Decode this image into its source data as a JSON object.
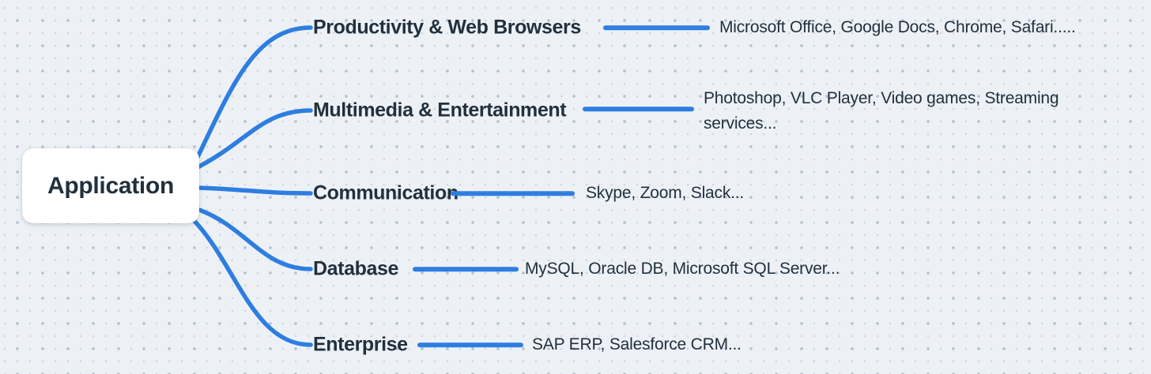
{
  "diagram": {
    "type": "mindmap",
    "root": {
      "label": "Application"
    },
    "branches": [
      {
        "label": "Productivity & Web Browsers",
        "leaf": "Microsoft Office, Google Docs, Chrome, Safari....."
      },
      {
        "label": "Multimedia & Entertainment",
        "leaf": "Photoshop, VLC Player, Video games, Streaming services..."
      },
      {
        "label": "Communication",
        "leaf": "Skype, Zoom, Slack..."
      },
      {
        "label": "Database",
        "leaf": "MySQL, Oracle DB, Microsoft SQL Server..."
      },
      {
        "label": "Enterprise",
        "leaf": "SAP ERP, Salesforce CRM..."
      }
    ],
    "colors": {
      "background": "#edf1f5",
      "dot_grid_major": "#b3c2d6",
      "dot_grid_minor": "#cdd7e2",
      "connector_blue": "#2d7ee0",
      "text": "#21303e",
      "root_node_fill": "#ffffff"
    }
  }
}
